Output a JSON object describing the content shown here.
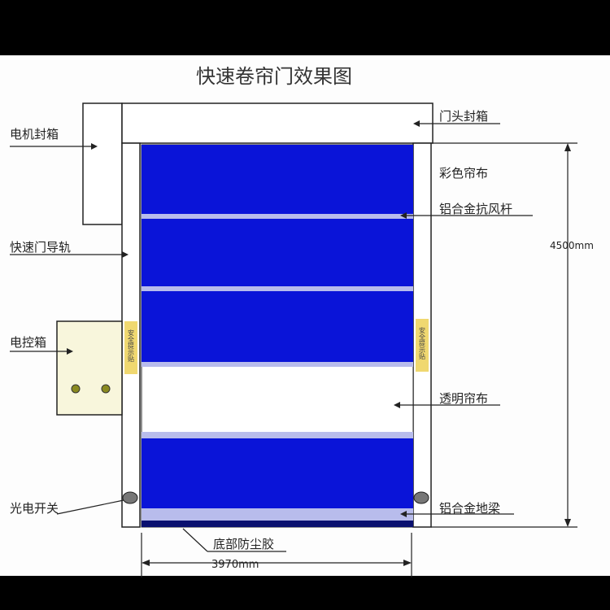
{
  "title": "快速卷帘门效果图",
  "labels": {
    "motor_box": "电机封箱",
    "head_box": "门头封箱",
    "color_curtain": "彩色帘布",
    "wind_bar": "铝合金抗风杆",
    "guide_rail": "快速门导轨",
    "control_box": "电控箱",
    "transparent_curtain": "透明帘布",
    "photo_switch": "光电开关",
    "bottom_beam": "铝合金地梁",
    "dust_seal": "底部防尘胶",
    "safety_sticker": "安全提示贴"
  },
  "dimensions": {
    "height": "4500mm",
    "width": "3970mm"
  },
  "colors": {
    "curtain": "#0a14d8",
    "bar": "#b8bcec",
    "sticker": "#f0d870",
    "control": "#f8f6dc"
  }
}
